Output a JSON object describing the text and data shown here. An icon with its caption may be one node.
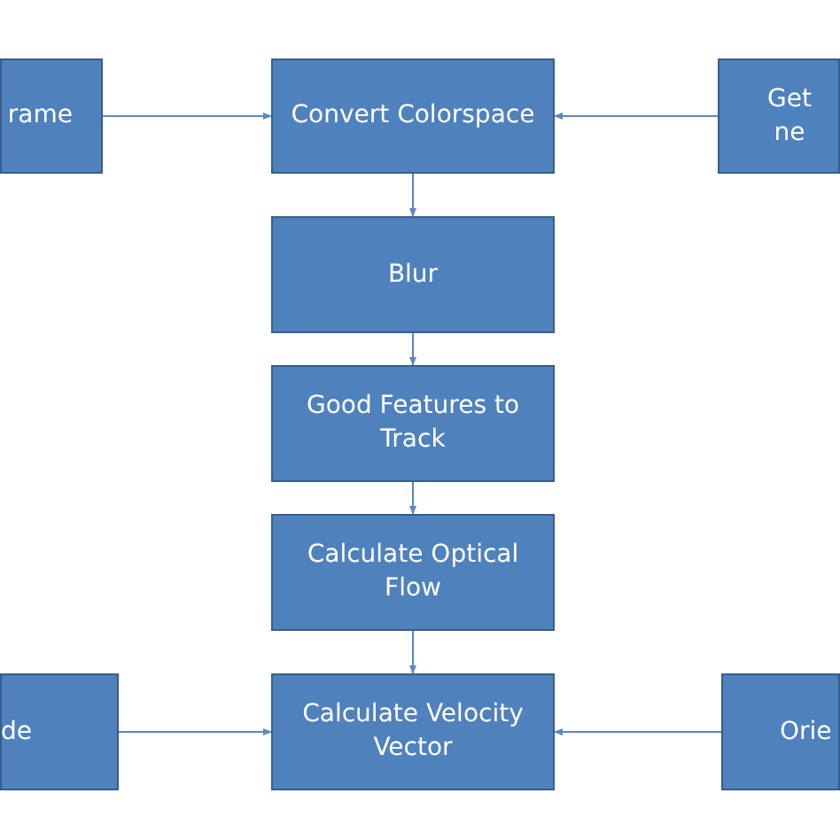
{
  "diagram": {
    "nodes": [
      {
        "text": [
          "rame"
        ]
      },
      {
        "text": [
          "Convert Colorspace"
        ]
      },
      {
        "text": [
          "Get ne"
        ]
      },
      {
        "text": [
          "Blur"
        ]
      },
      {
        "text": [
          "Good Features to Track"
        ]
      },
      {
        "text": [
          "Calculate Optical Flow"
        ]
      },
      {
        "text": [
          "de"
        ]
      },
      {
        "text": [
          "Calculate Velocity Vector"
        ]
      },
      {
        "text": [
          "Orie"
        ]
      }
    ],
    "edges": [
      {
        "from": 0,
        "to": 1,
        "arrow": "to"
      },
      {
        "from": 2,
        "to": 1,
        "arrow": "to"
      },
      {
        "from": 1,
        "to": 3,
        "arrow": "to"
      },
      {
        "from": 3,
        "to": 4,
        "arrow": "to"
      },
      {
        "from": 4,
        "to": 5,
        "arrow": "to"
      },
      {
        "from": 5,
        "to": 7,
        "arrow": "to"
      },
      {
        "from": 6,
        "to": 7,
        "arrow": "to"
      },
      {
        "from": 8,
        "to": 7,
        "arrow": "to"
      }
    ]
  }
}
